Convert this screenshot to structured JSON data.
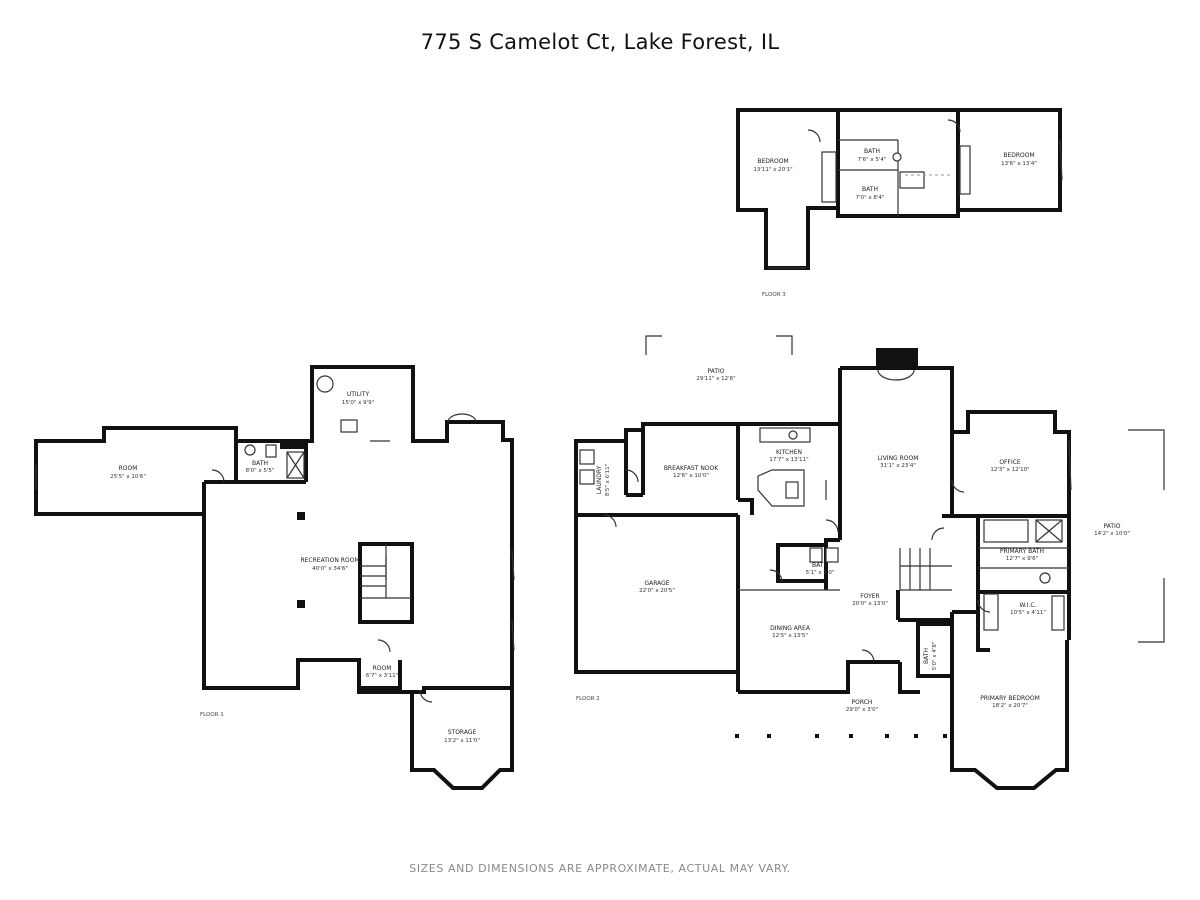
{
  "title": "775 S Camelot Ct, Lake Forest, IL",
  "disclaimer": "SIZES AND DIMENSIONS ARE APPROXIMATE, ACTUAL MAY VARY.",
  "floors": {
    "floor1": {
      "label": "FLOOR 1",
      "rooms": {
        "room": {
          "name": "ROOM",
          "dims": "25'5\" x 10'6\""
        },
        "utility": {
          "name": "UTILITY",
          "dims": "15'0\" x 9'9\""
        },
        "bath": {
          "name": "BATH",
          "dims": "8'0\" x 5'5\""
        },
        "recreation": {
          "name": "RECREATION ROOM",
          "dims": "40'0\" x 34'6\""
        },
        "room_small": {
          "name": "ROOM",
          "dims": "6'7\" x 3'11\""
        },
        "storage": {
          "name": "STORAGE",
          "dims": "13'2\" x 11'0\""
        }
      }
    },
    "floor2": {
      "label": "FLOOR 2",
      "rooms": {
        "patio": {
          "name": "PATIO",
          "dims": "29'11\" x 12'6\""
        },
        "laundry": {
          "name": "LAUNDRY",
          "dims": "8'5\" x 6'11\""
        },
        "breakfast": {
          "name": "BREAKFAST NOOK",
          "dims": "12'6\" x 10'0\""
        },
        "kitchen": {
          "name": "KITCHEN",
          "dims": "17'7\" x 13'11\""
        },
        "living": {
          "name": "LIVING ROOM",
          "dims": "31'1\" x 23'4\""
        },
        "office": {
          "name": "OFFICE",
          "dims": "12'3\" x 12'10\""
        },
        "garage": {
          "name": "GARAGE",
          "dims": "22'0\" x 20'5\""
        },
        "bath_half": {
          "name": "BATH",
          "dims": "5'1\" x 5'0\""
        },
        "primary_bath": {
          "name": "PRIMARY BATH",
          "dims": "12'7\" x 9'6\""
        },
        "foyer": {
          "name": "FOYER",
          "dims": "20'0\" x 13'0\""
        },
        "walkin": {
          "name": "W.I.C.",
          "dims": "10'5\" x 4'11\""
        },
        "dining": {
          "name": "DINING AREA",
          "dims": "12'5\" x 13'5\""
        },
        "bath_small": {
          "name": "BATH",
          "dims": "5'0\" x 4'8\""
        },
        "porch": {
          "name": "PORCH",
          "dims": "29'0\" x 3'0\""
        },
        "primary_bedroom": {
          "name": "PRIMARY BEDROOM",
          "dims": "18'2\" x 20'7\""
        },
        "patio2": {
          "name": "PATIO",
          "dims": "14'2\" x 10'0\""
        }
      }
    },
    "floor3": {
      "label": "FLOOR 3",
      "rooms": {
        "bedroom_a": {
          "name": "BEDROOM",
          "dims": "13'11\" x 20'1\""
        },
        "bath_a": {
          "name": "BATH",
          "dims": "7'6\" x 5'4\""
        },
        "bath_b": {
          "name": "BATH",
          "dims": "7'0\" x 8'4\""
        },
        "bedroom_b": {
          "name": "BEDROOM",
          "dims": "13'6\" x 13'4\""
        }
      }
    }
  }
}
